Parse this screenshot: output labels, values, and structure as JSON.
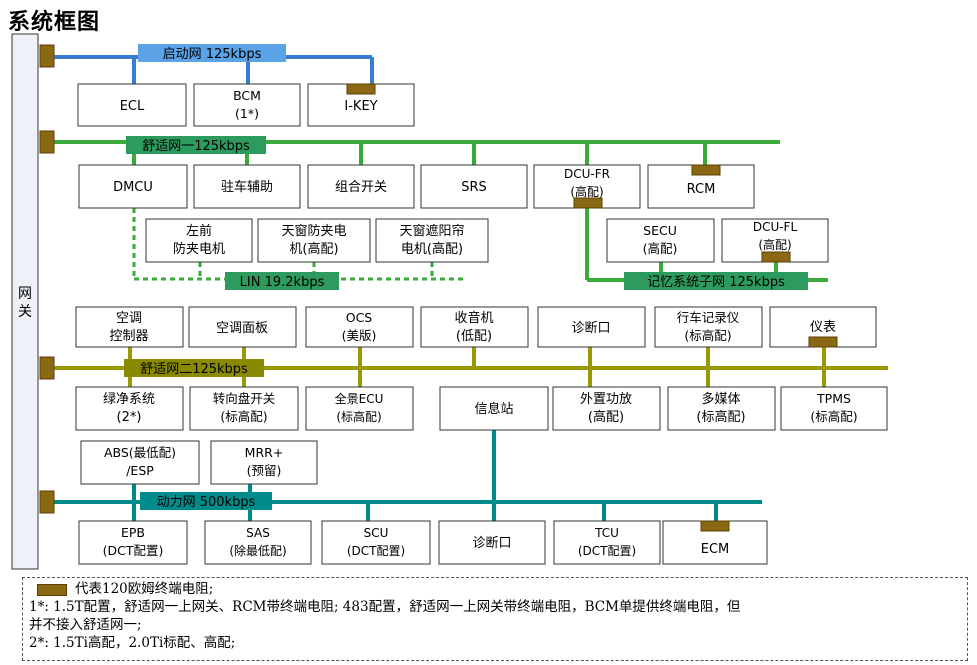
{
  "title": "系统框图",
  "gateway_label": "网\n关",
  "colors": {
    "start_net": "#3A7BD5",
    "comfort1": "#3AAA3A",
    "lin": "#3AAA3A",
    "memory": "#3AAA3A",
    "comfort2": "#9A9A00",
    "power": "#008B8B",
    "resistor": "#8B6914",
    "label_bg_start": "#5BA3E6",
    "label_bg_green": "#2E9B5E",
    "label_bg_olive": "#8A8A00"
  },
  "buses": {
    "start": "启动网 125kbps",
    "comfort1": "舒适网一125kbps",
    "lin": "LIN 19.2kbps",
    "memory": "记忆系统子网 125kbps",
    "comfort2": "舒适网二125kbps",
    "power": "动力网 500kbps"
  },
  "boxes": {
    "ecl": "ECL",
    "bcm": "BCM\n(1*)",
    "ikey": "I-KEY",
    "dmcu": "DMCU",
    "parking": "驻车辅助",
    "combo_switch": "组合开关",
    "srs": "SRS",
    "dcu_fr": "DCU-FR\n(高配)",
    "rcm": "RCM",
    "left_front": "左前\n防夹电机",
    "sunroof_anti": "天窗防夹电\n机(高配)",
    "sunroof_shade": "天窗遮阳帘\n电机(高配)",
    "secu": "SECU\n(高配)",
    "dcu_fl": "DCU-FL\n(高配)",
    "ac_ctrl": "空调\n控制器",
    "ac_panel": "空调面板",
    "ocs": "OCS\n(美版)",
    "radio": "收音机\n(低配)",
    "diag1": "诊断口",
    "dvr": "行车记录仪\n(标高配)",
    "cluster": "仪表",
    "purifier": "绿净系统\n(2*)",
    "steer_switch": "转向盘开关\n(标高配)",
    "panorama": "全景ECU\n(标高配)",
    "infotainment": "信息站",
    "amp": "外置功放\n(高配)",
    "media": "多媒体\n(标高配)",
    "tpms": "TPMS\n(标高配)",
    "abs": "ABS(最低配)\n/ESP",
    "mrr": "MRR+\n(预留)",
    "epb": "EPB\n(DCT配置)",
    "sas": "SAS\n(除最低配)",
    "scu": "SCU\n(DCT配置)",
    "diag2": "诊断口",
    "tcu": "TCU\n(DCT配置)",
    "ecm": "ECM"
  },
  "notes": {
    "legend": "代表120欧姆终端电阻;",
    "note1": "1*: 1.5T配置，舒适网一上网关、RCM带终端电阻; 483配置，舒适网一上网关带终端电阻，BCM单提供终端电阻，但",
    "note1b": "并不接入舒适网一;",
    "note2": "2*: 1.5Ti高配，2.0Ti标配、高配;"
  }
}
